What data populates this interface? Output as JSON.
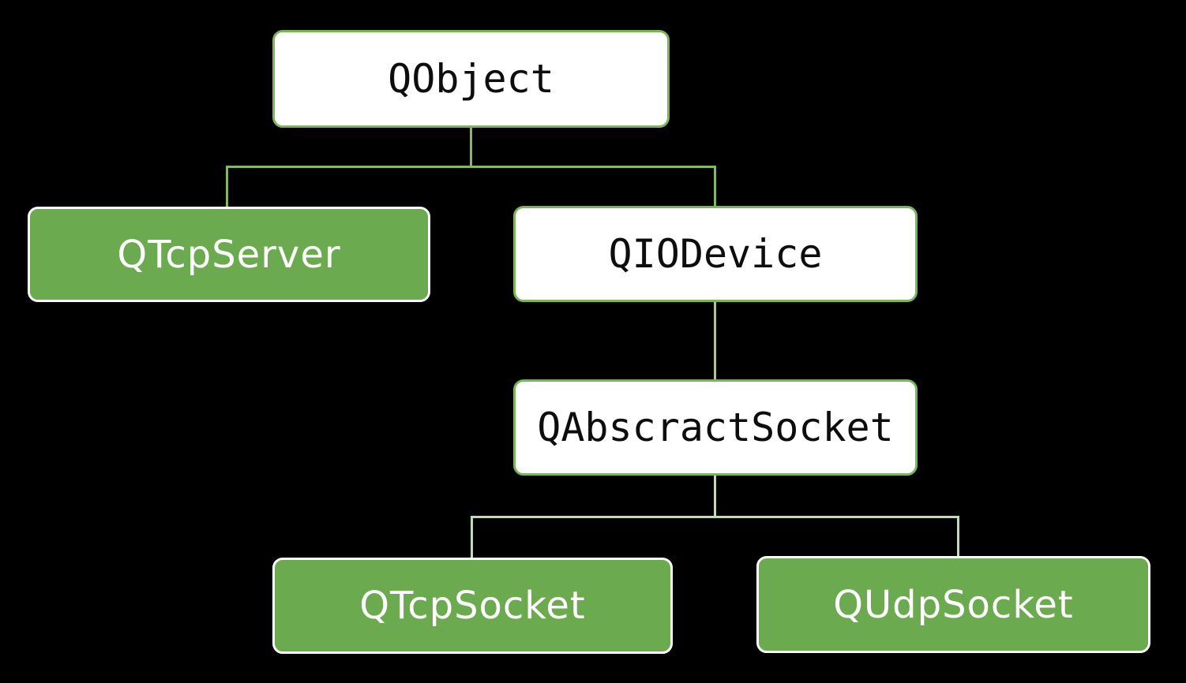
{
  "diagram": {
    "type": "tree",
    "nodes": {
      "qobject": {
        "label": "QObject",
        "style": "white"
      },
      "qtcpserver": {
        "label": "QTcpServer",
        "style": "green"
      },
      "qiodevice": {
        "label": "QIODevice",
        "style": "white"
      },
      "qabscractsocket": {
        "label": "QAbscractSocket",
        "style": "white"
      },
      "qtcpsocket": {
        "label": "QTcpSocket",
        "style": "green"
      },
      "qudpsocket": {
        "label": "QUdpSocket",
        "style": "green"
      }
    },
    "edges": [
      {
        "from": "QObject",
        "to": "QTcpServer"
      },
      {
        "from": "QObject",
        "to": "QIODevice"
      },
      {
        "from": "QIODevice",
        "to": "QAbscractSocket"
      },
      {
        "from": "QAbscractSocket",
        "to": "QTcpSocket"
      },
      {
        "from": "QAbscractSocket",
        "to": "QUdpSocket"
      }
    ]
  },
  "colors": {
    "background": "#000000",
    "green-fill": "#6BAA4E",
    "green-border": "#7AB558",
    "white-fill": "#FFFFFF",
    "text-dark": "#0D0D0D",
    "text-light": "#FFFFFF",
    "connector-top": "#85B768",
    "connector-mid": "#A8C89A",
    "connector-bottom": "#C6D8BC"
  }
}
